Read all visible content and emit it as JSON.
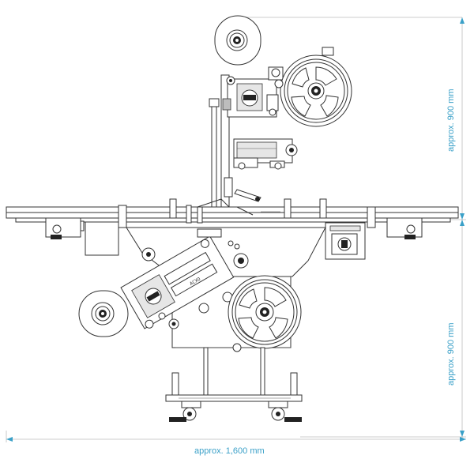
{
  "dimensions": {
    "upper_height_label": "approx. 900 mm",
    "lower_height_label": "approx. 900 mm",
    "width_label": "approx. 1,600 mm"
  },
  "colors": {
    "dimension_text": "#3aa0c8",
    "drawing_stroke": "#333333",
    "dimension_line": "#bbbbbb"
  }
}
